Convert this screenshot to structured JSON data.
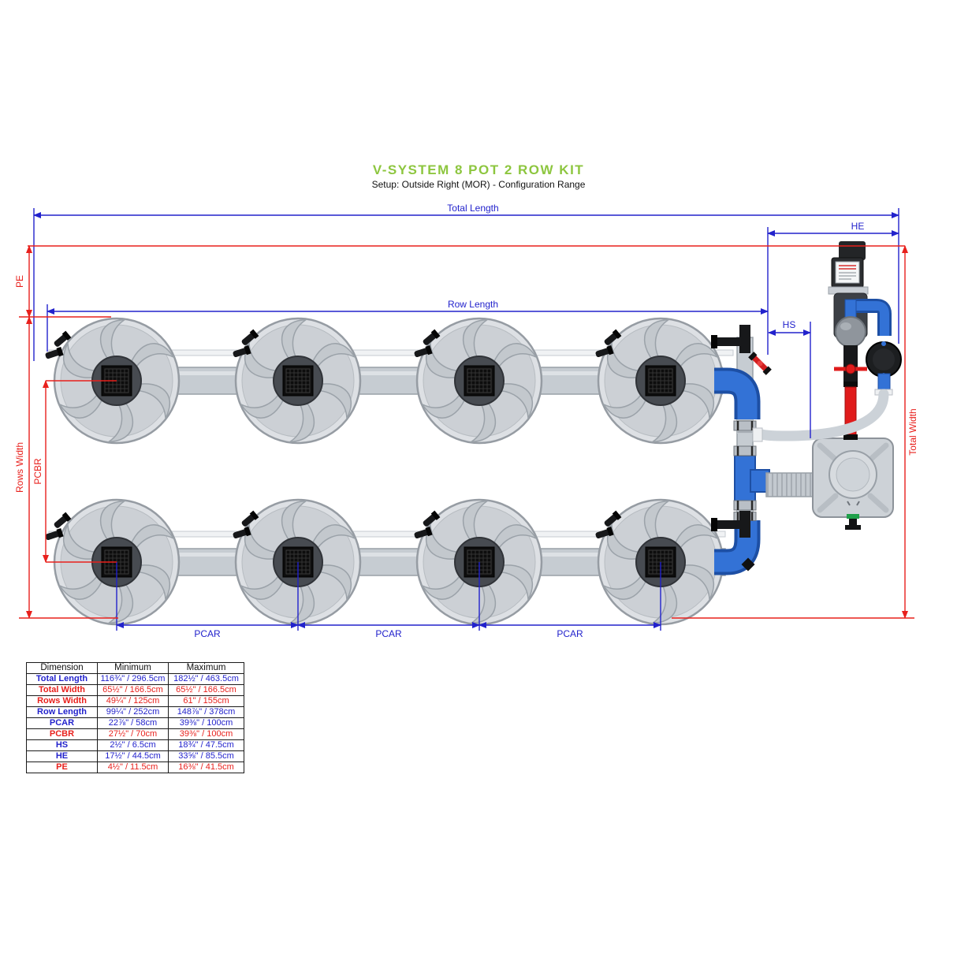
{
  "header": {
    "title": "V-SYSTEM 8 POT 2 ROW KIT",
    "subtitle": "Setup: Outside Right (MOR) - Configuration Range"
  },
  "diagram": {
    "kit": {
      "pot_count": 8,
      "rows": 2,
      "pots_per_row": 4
    },
    "labels": {
      "total_length": "Total Length",
      "he": "HE",
      "pe": "PE",
      "row_length": "Row Length",
      "hs": "HS",
      "rows_width": "Rows Width",
      "pcbr": "PCBR",
      "total_width": "Total Width",
      "pcar": "PCAR"
    },
    "colors": {
      "dimension_blue": "#2222cc",
      "dimension_red": "#e8201c",
      "title_green": "#8dc63f",
      "pipe_blue": "#3372d6",
      "pot_gray": "#ccd0d5",
      "red_pipe": "#e01b1b",
      "reservoir_gray": "#cdd2d7"
    }
  },
  "table": {
    "headers": [
      "Dimension",
      "Minimum",
      "Maximum"
    ],
    "rows": [
      {
        "name": "Total Length",
        "min": "116¾\" / 296.5cm",
        "max": "182½\" / 463.5cm",
        "color": "blue"
      },
      {
        "name": "Total Width",
        "min": "65½\" / 166.5cm",
        "max": "65½\" / 166.5cm",
        "color": "red"
      },
      {
        "name": "Rows Width",
        "min": "49¼\" / 125cm",
        "max": "61\" / 155cm",
        "color": "red"
      },
      {
        "name": "Row Length",
        "min": "99¼\" / 252cm",
        "max": "148⅞\" / 378cm",
        "color": "blue"
      },
      {
        "name": "PCAR",
        "min": "22⅞\" / 58cm",
        "max": "39⅜\" / 100cm",
        "color": "blue"
      },
      {
        "name": "PCBR",
        "min": "27½\" / 70cm",
        "max": "39⅜\" / 100cm",
        "color": "red"
      },
      {
        "name": "HS",
        "min": "2½\" / 6.5cm",
        "max": "18¾\" / 47.5cm",
        "color": "blue"
      },
      {
        "name": "HE",
        "min": "17½\" / 44.5cm",
        "max": "33⅝\" / 85.5cm",
        "color": "blue"
      },
      {
        "name": "PE",
        "min": "4½\" / 11.5cm",
        "max": "16⅜\" / 41.5cm",
        "color": "red"
      }
    ]
  }
}
